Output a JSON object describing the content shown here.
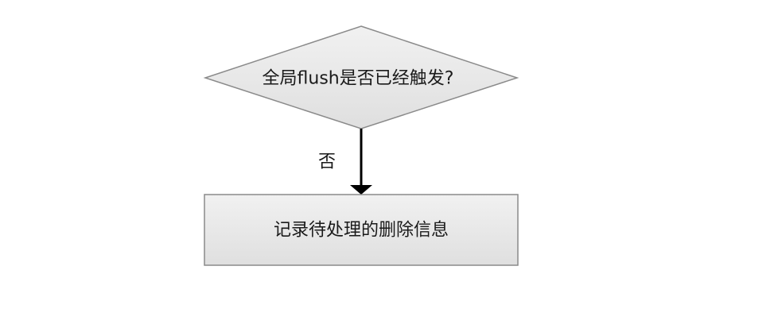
{
  "diagram": {
    "decision": {
      "label": "全局flush是否已经触发?"
    },
    "process": {
      "label": "记录待处理的删除信息"
    },
    "edge": {
      "label": "否"
    },
    "colors": {
      "node_fill_top": "#f0f0f0",
      "node_fill_bottom": "#e0e0e0",
      "node_stroke": "#8a8a8a",
      "arrow": "#000000",
      "text": "#1a1a1a",
      "background": "#ffffff"
    }
  }
}
